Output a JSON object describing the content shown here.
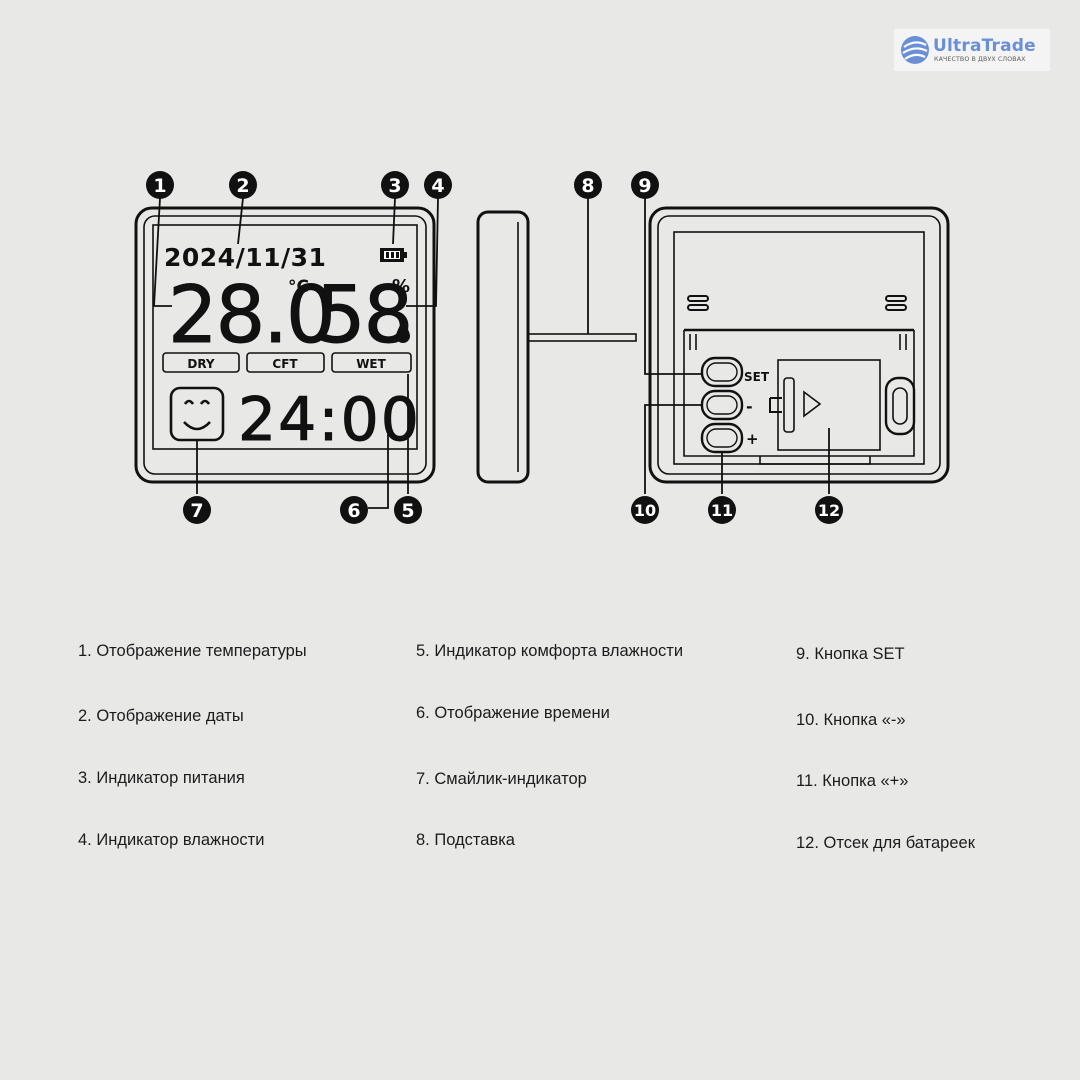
{
  "brand": {
    "name": "UltraTrade",
    "tagline": "КАЧЕСТВО В ДВУХ СЛОВАХ",
    "color": "#6b8fd6"
  },
  "device": {
    "date": "2024/11/31",
    "temperature": "28.0",
    "temperature_unit": "°C",
    "humidity": "58",
    "humidity_unit": "%",
    "comfort_labels": [
      "DRY",
      "CFT",
      "WET"
    ],
    "time": "24:00",
    "button_labels": {
      "set": "SET",
      "minus": "-",
      "plus": "+"
    }
  },
  "callouts": [
    "1",
    "2",
    "3",
    "4",
    "5",
    "6",
    "7",
    "8",
    "9",
    "10",
    "11",
    "12"
  ],
  "legend": [
    "1. Отображение температуры",
    "2. Отображение даты",
    "3. Индикатор питания",
    "4. Индикатор влажности",
    "5. Индикатор комфорта влажности",
    "6. Отображение времени",
    "7. Смайлик-индикатор",
    "8. Подставка",
    "9. Кнопка SET",
    "10. Кнопка «-»",
    "11. Кнопка «+»",
    "12. Отсек для батареек"
  ]
}
